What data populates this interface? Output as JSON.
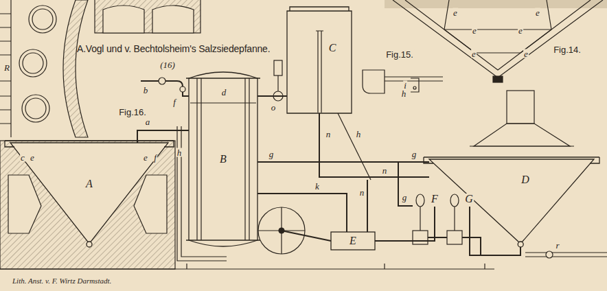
{
  "diagram": {
    "title": "A.Vogl und v. Bechtolsheim's Salzsiedepfanne.",
    "caption": "Lith. Anst. v. F. Wirtz Darmstadt.",
    "nodes": [
      {
        "text": [
          "A"
        ]
      },
      {
        "text": [
          "B"
        ]
      },
      {
        "text": [
          "C"
        ]
      },
      {
        "text": [
          "D"
        ]
      },
      {
        "text": [
          "E"
        ]
      },
      {
        "text": [
          "F"
        ]
      },
      {
        "text": [
          "G"
        ]
      }
    ],
    "edges": [
      {
        "from": 0,
        "to": 1,
        "arrow": "none"
      },
      {
        "from": 2,
        "to": 1,
        "arrow": "none"
      },
      {
        "from": 2,
        "to": 3,
        "arrow": "none"
      },
      {
        "from": 1,
        "to": 3,
        "arrow": "none"
      },
      {
        "from": 4,
        "to": 5,
        "arrow": "none"
      },
      {
        "from": 6,
        "to": 3,
        "arrow": "none"
      }
    ],
    "labels": [
      "(16)",
      "Fig.16.",
      "Fig.15.",
      "Fig.14.",
      "R",
      "a",
      "b",
      "f",
      "d",
      "o",
      "n",
      "h",
      "h",
      "g",
      "g",
      "k",
      "n",
      "n",
      "g",
      "c",
      "e",
      "e",
      "f",
      "r",
      "i",
      "h",
      "e",
      "e",
      "e",
      "e",
      "e",
      "e"
    ]
  }
}
